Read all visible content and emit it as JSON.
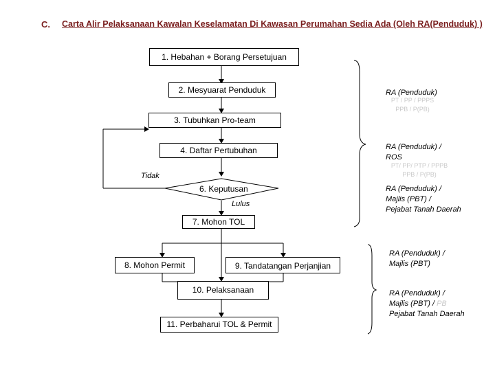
{
  "heading": {
    "letter": "C.",
    "title": "Carta Alir Pelaksanaan Kawalan Keselamatan Di Kawasan Perumahan Sedia Ada (Oleh RA(Penduduk) )"
  },
  "steps": {
    "s1": "1. Hebahan + Borang  Persetujuan",
    "s2": "2. Mesyuarat Penduduk",
    "s3": "3. Tubuhkan Pro-team",
    "s4": "4. Daftar Pertubuhan",
    "s6": "6. Keputusan",
    "s7": "7. Mohon TOL",
    "s8": "8. Mohon Permit",
    "s9": "9. Tandatangan Perjanjian",
    "s10": "10. Pelaksanaan",
    "s11": "11. Perbaharui TOL & Permit"
  },
  "decision_labels": {
    "no": "Tidak",
    "yes": "Lulus"
  },
  "responsibility": {
    "r1": "RA (Penduduk)",
    "r1_faint_a": "PT / PP / PPPS",
    "r1_faint_b": "PPB / P(PB)",
    "r2_a": "RA (Penduduk) /",
    "r2_b": "ROS",
    "r2_faint_a": "PT/ PP/ PTP / PPPB",
    "r2_faint_b": "PPB / P(PB)",
    "r3_a": "RA (Penduduk) /",
    "r3_b": "Majlis (PBT) /",
    "r3_c": "Pejabat Tanah Daerah",
    "r4_a": "RA (Penduduk) /",
    "r4_b": "Majlis (PBT)",
    "r5_a": "RA (Penduduk) /",
    "r5_b": "Majlis (PBT) /",
    "r5_b_faint": "PB",
    "r5_c": "Pejabat Tanah Daerah"
  },
  "colors": {
    "heading": "#7a1f1f",
    "faint_text": "#c9c9c9"
  }
}
